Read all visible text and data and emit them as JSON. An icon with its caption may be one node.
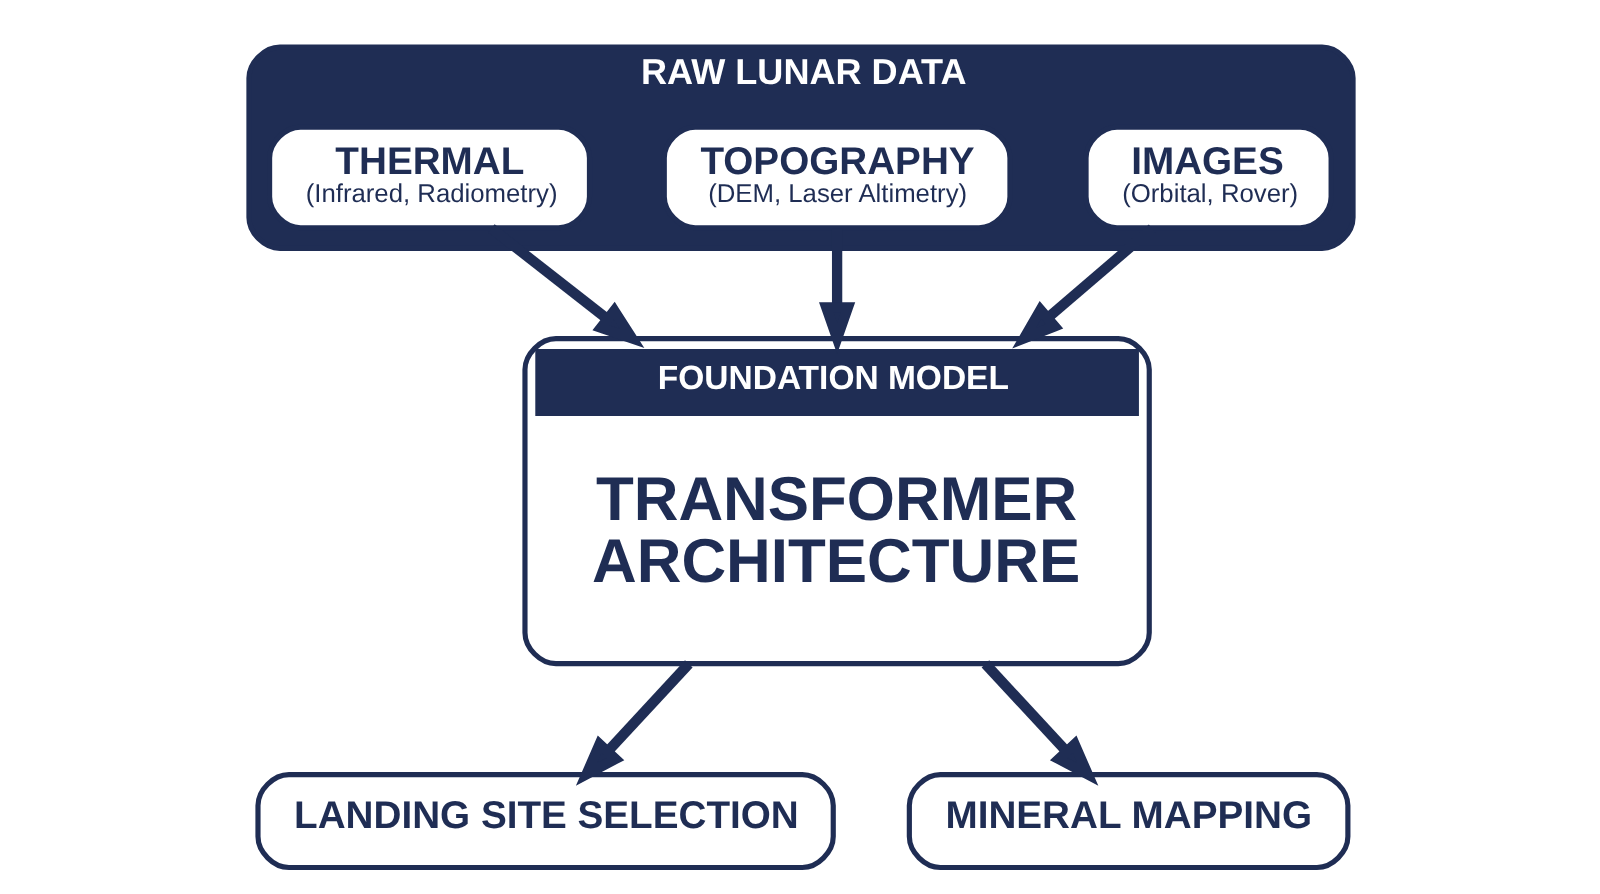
{
  "diagram": {
    "nodes": [
      {
        "text": [
          "RAW LUNAR DATA"
        ]
      },
      {
        "text": [
          "IMAGES",
          "(Orbital, Rover)"
        ],
        "in": 0
      },
      {
        "text": [
          "TOPOGRAPHY",
          "(DEM, Laser Altimetry)"
        ],
        "in": 0
      },
      {
        "text": [
          "THERMAL",
          "(Infrared, Radiometry)"
        ],
        "in": 0
      },
      {
        "text": [
          "FOUNDATION MODEL",
          "TRANSFORMER ARCHITECTURE"
        ]
      },
      {
        "text": [
          "LANDING SITE SELECTION"
        ]
      },
      {
        "text": [
          "MINERAL MAPPING"
        ]
      }
    ],
    "edges": [
      {
        "from": 1,
        "to": 4,
        "arrow": "to"
      },
      {
        "from": 2,
        "to": 4,
        "arrow": "to"
      },
      {
        "from": 3,
        "to": 4,
        "arrow": "to"
      },
      {
        "from": 4,
        "to": 5,
        "arrow": "to"
      },
      {
        "from": 4,
        "to": 6,
        "arrow": "to"
      }
    ]
  }
}
